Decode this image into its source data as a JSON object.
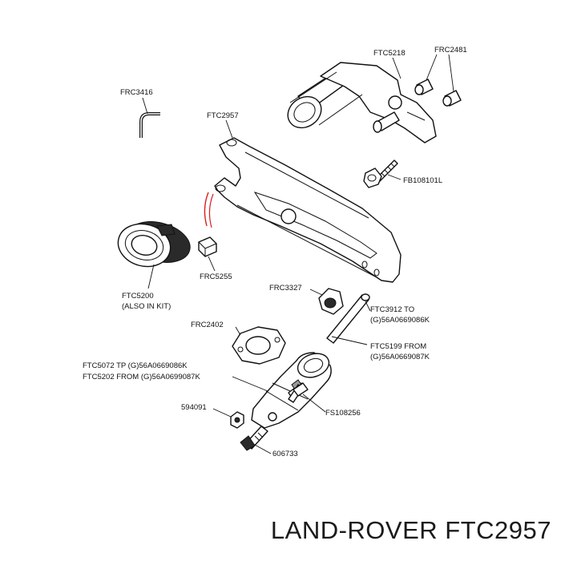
{
  "labels": {
    "ftc5218": "FTC5218",
    "frc2481": "FRC2481",
    "frc3416": "FRC3416",
    "ftc2957": "FTC2957",
    "fb108101l": "FB108101L",
    "ftc5200_a": "FTC5200",
    "ftc5200_b": "(ALSO IN KIT)",
    "frc5255": "FRC5255",
    "frc3327": "FRC3327",
    "ftc3912_a": "FTC3912 TO",
    "ftc3912_b": "(G)56A0669086K",
    "frc2402": "FRC2402",
    "ftc5199_a": "FTC5199 FROM",
    "ftc5199_b": "(G)56A0669087K",
    "ftc5072": "FTC5072 TP (G)56A0669086K",
    "ftc5202": "FTC5202 FROM (G)56A0699087K",
    "p594091": "594091",
    "fs108256": "FS108256",
    "p606733": "606733"
  },
  "brand_title": "LAND-ROVER FTC2957",
  "colors": {
    "line": "#111111",
    "highlight": "#d62020"
  }
}
